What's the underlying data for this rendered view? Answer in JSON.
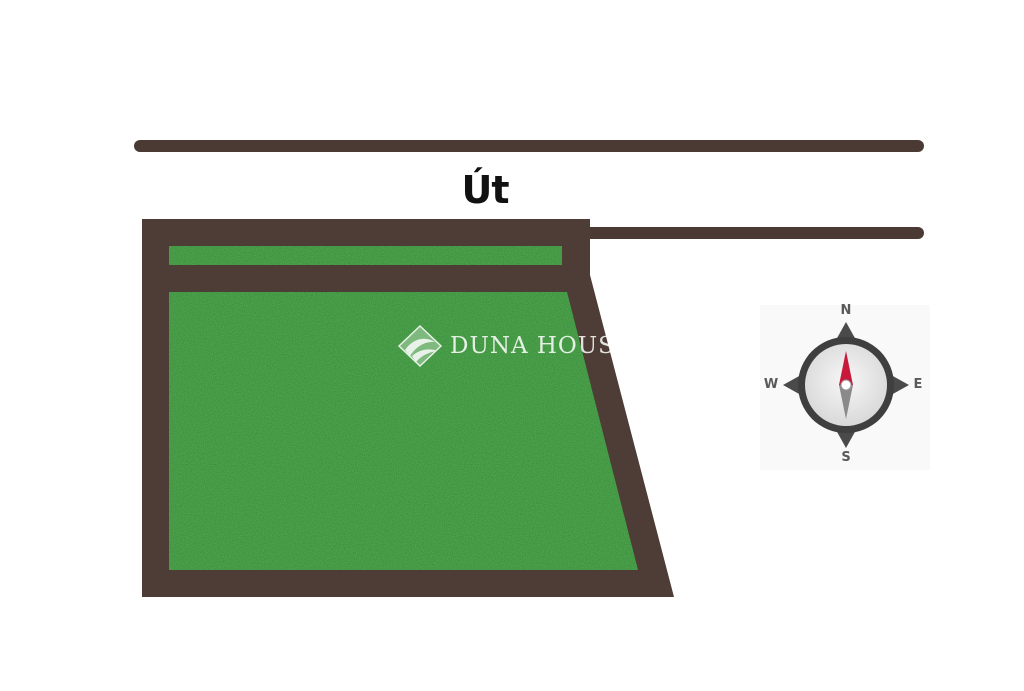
{
  "road": {
    "label": "Út"
  },
  "watermark": {
    "brand": "DUNA HOUSE",
    "registered_mark": "®"
  },
  "compass": {
    "north": "N",
    "east": "E",
    "south": "S",
    "west": "W"
  },
  "colors": {
    "road_line": "#4a3a33",
    "plot_border": "#4d3d36",
    "grass": "#2f8a2f",
    "compass_needle_north": "#c8193c",
    "compass_needle_south": "#8a8a8a"
  }
}
